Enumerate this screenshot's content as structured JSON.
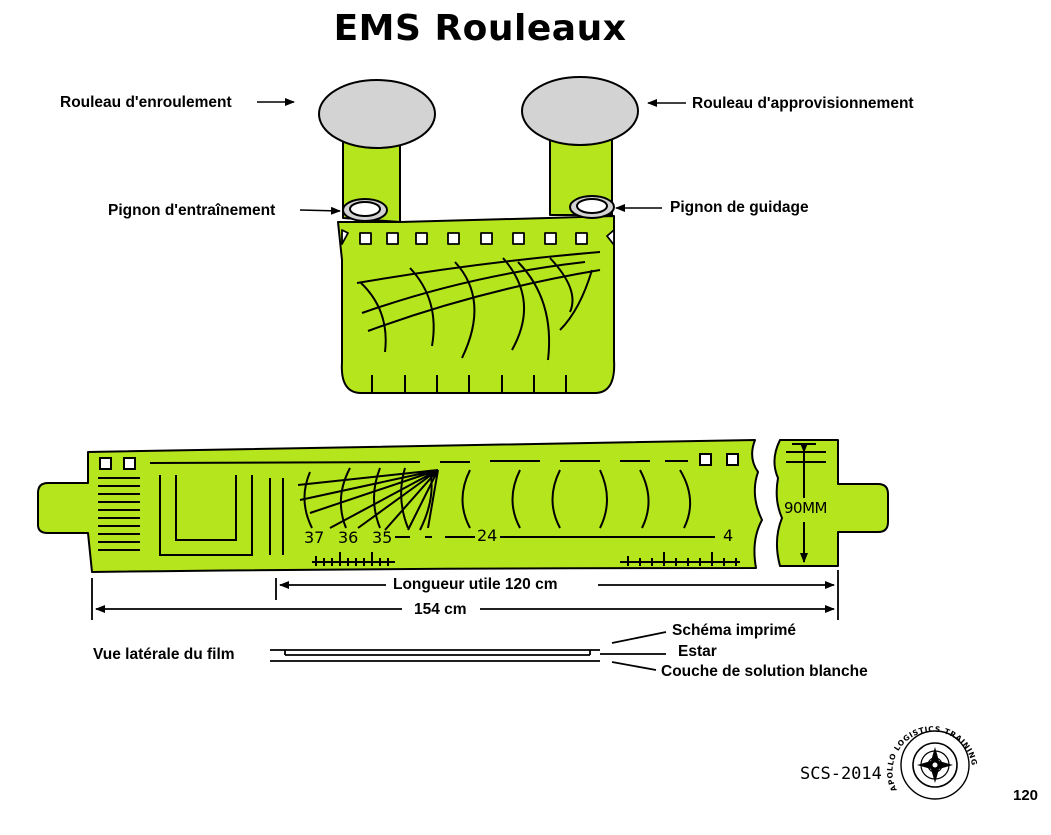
{
  "title": "EMS Rouleaux",
  "labels": {
    "takeup_roll": "Rouleau d'enroulement",
    "supply_roll": "Rouleau d'approvisionnement",
    "drive_sprocket": "Pignon d'entraînement",
    "guide_sprocket": "Pignon de guidage",
    "useful_length": "Longueur utile 120 cm",
    "total_length": "154 cm",
    "film_side_view": "Vue latérale du film",
    "printed_pattern": "Schéma imprimé",
    "estar": "Estar",
    "white_coat": "Couche de solution blanche",
    "width": "90MM"
  },
  "scale": {
    "n37": "37",
    "n36": "36",
    "n35": "35",
    "n24": "24",
    "n4": "4"
  },
  "footer": {
    "doc_code": "SCS-2014",
    "logo_text": "APOLLO LOGISTICS TRAINING",
    "page": "120"
  },
  "colors": {
    "film": "#b5e61d",
    "roll": "#d3d3d3",
    "ink": "#000000"
  }
}
